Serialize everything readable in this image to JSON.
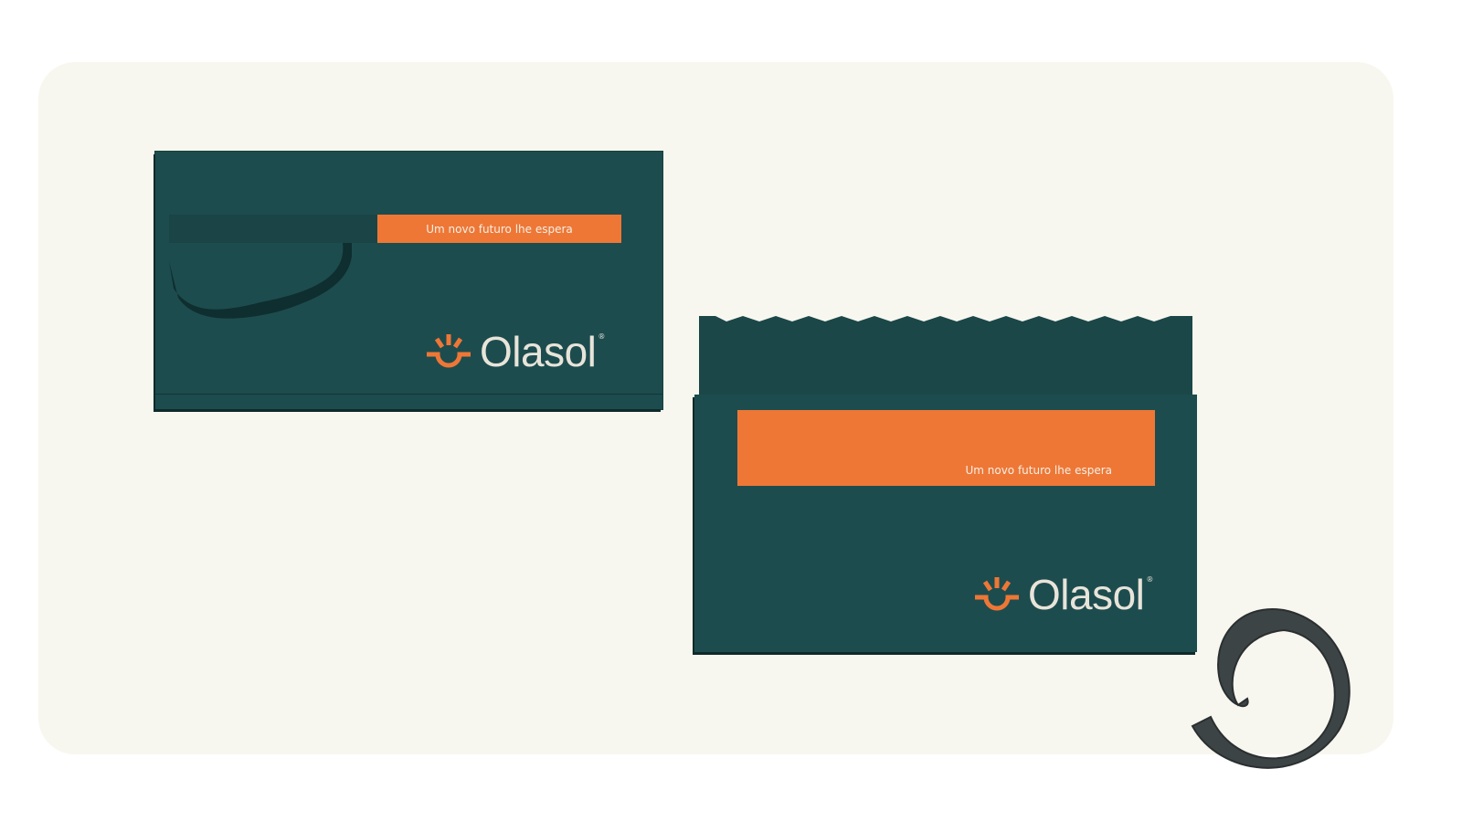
{
  "brand": {
    "name": "Olasol",
    "registered_mark": "®",
    "tagline": "Um novo futuro lhe espera"
  },
  "cards": [
    {
      "tagline": "Um novo futuro lhe espera",
      "logo": "Olasol"
    },
    {
      "tagline": "Um novo futuro lhe espera",
      "logo": "Olasol"
    }
  ],
  "colors": {
    "teal": "#1d4c4e",
    "orange": "#ee7736",
    "cream": "#f8f7ef",
    "logo_text": "#e8e4da"
  }
}
